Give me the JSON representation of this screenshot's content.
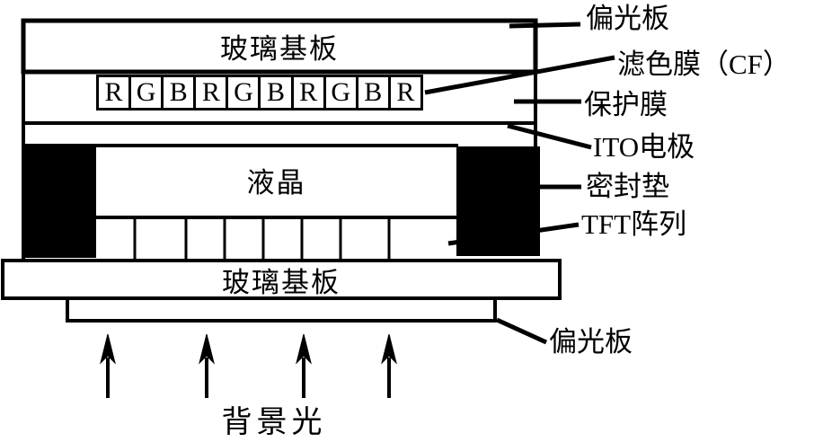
{
  "figure_title": "LCD panel structure diagram",
  "colors": {
    "ink": "#000000",
    "background": "#ffffff"
  },
  "stack": {
    "glass_top": "玻璃基板",
    "cf_cells": [
      "R",
      "G",
      "B",
      "R",
      "G",
      "B",
      "R",
      "G",
      "B",
      "R"
    ],
    "liquid_crystal": "液晶",
    "glass_bottom": "玻璃基板",
    "backlight": "背景光"
  },
  "labels": {
    "polarizer_top": "偏光板",
    "color_filter": "滤色膜（CF）",
    "protective_film": "保护膜",
    "ito_electrode": "ITO电极",
    "sealing_gasket": "密封垫",
    "tft_array": "TFT阵列",
    "polarizer_bottom": "偏光板"
  }
}
